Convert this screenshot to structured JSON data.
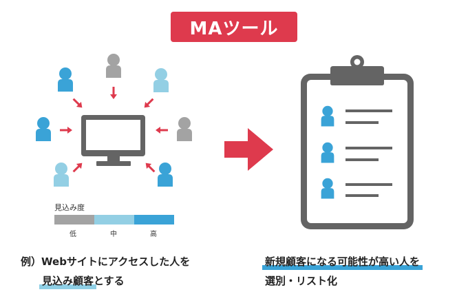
{
  "title": "MAツール",
  "legend": {
    "label": "見込み度",
    "levels": [
      "低",
      "中",
      "高"
    ],
    "colors": [
      "#a3a3a3",
      "#93cfe4",
      "#3aa3d7"
    ]
  },
  "colors": {
    "accent_red": "#de3a4d",
    "gray": "#646464",
    "light_blue": "#93cfe4",
    "blue": "#3aa3d7",
    "person_gray": "#a3a3a3"
  },
  "caption_left": {
    "prefix": "例）",
    "line1": "Webサイトにアクセスした人を",
    "line2_highlight": "見込み顧客",
    "line2_rest": "とする"
  },
  "caption_right": {
    "line1_highlight": "新規顧客",
    "line1_rest": "になる可能性が高い人を",
    "line2": "選別・リスト化"
  }
}
